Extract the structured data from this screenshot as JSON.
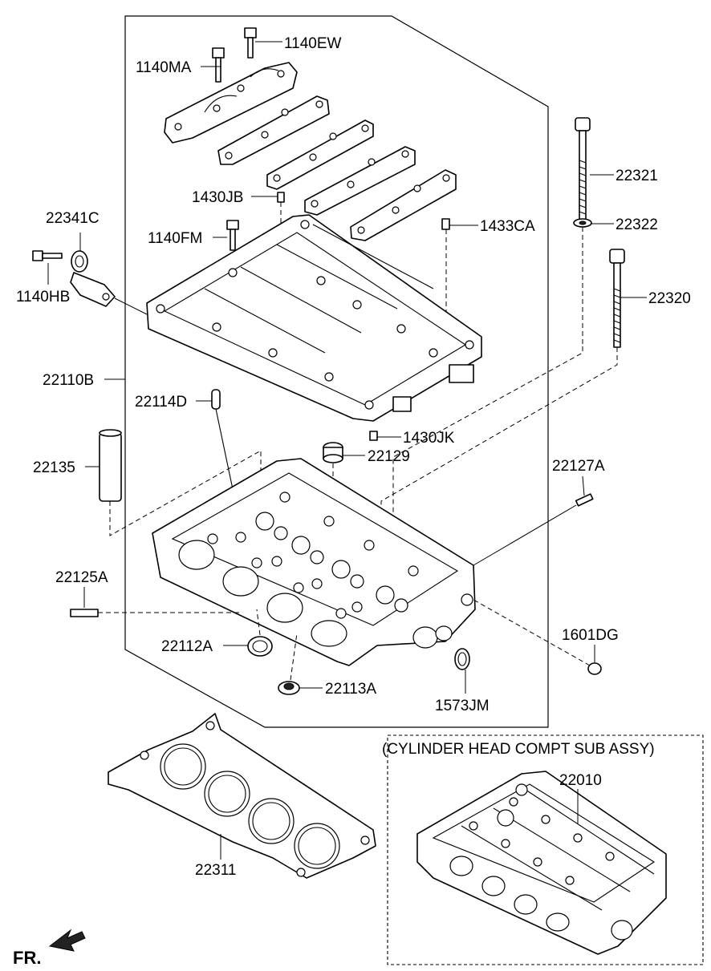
{
  "labels": {
    "p1140ew": "1140EW",
    "p1140ma": "1140MA",
    "p22341c": "22341C",
    "p1140hb": "1140HB",
    "p1430jb": "1430JB",
    "p1140fm": "1140FM",
    "p1433ca": "1433CA",
    "p22321": "22321",
    "p22322": "22322",
    "p22320": "22320",
    "p22110b": "22110B",
    "p22114d": "22114D",
    "p1430jk": "1430JK",
    "p22135": "22135",
    "p22129": "22129",
    "p22127a": "22127A",
    "p22125a": "22125A",
    "p22112a": "22112A",
    "p1601dg": "1601DG",
    "p22113a": "22113A",
    "p1573jm": "1573JM",
    "p22311": "22311",
    "p22010": "22010"
  },
  "sub_assembly_title": "(CYLINDER HEAD COMPT SUB ASSY)",
  "front_marker": "FR.",
  "icons": [
    "front-direction-arrow-icon"
  ]
}
